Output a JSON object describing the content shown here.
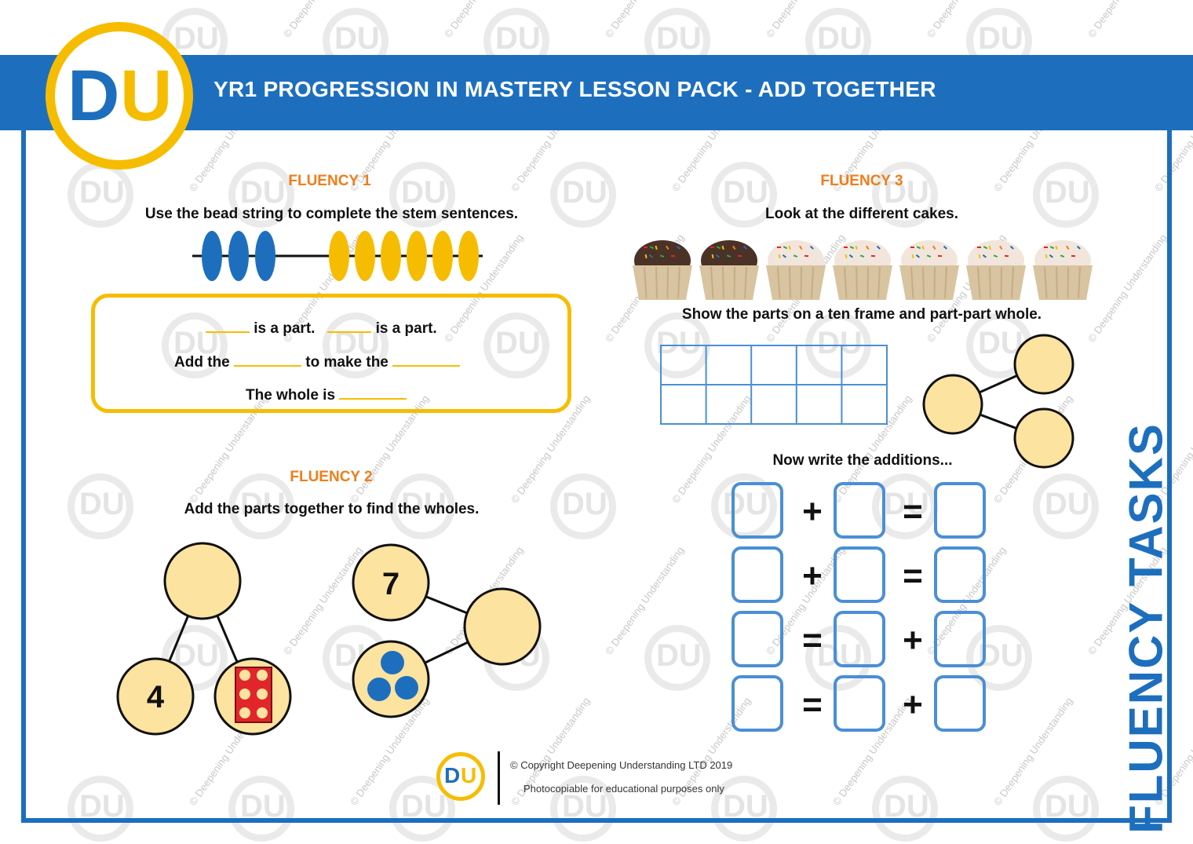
{
  "header": {
    "title": "YR1 PROGRESSION IN MASTERY LESSON PACK - ADD TOGETHER",
    "logo_d": "D",
    "logo_u": "U"
  },
  "side_label": "FLUENCY TASKS",
  "fluency1": {
    "title": "FLUENCY 1",
    "instruction": "Use the bead string to complete the stem sentences.",
    "sentences": {
      "line1_a": "is a part.",
      "line1_b": "is a part.",
      "line2_a": "Add the",
      "line2_b": "to make the",
      "line3": "The whole is"
    },
    "beads": {
      "blue": 3,
      "yellow": 6
    }
  },
  "fluency2": {
    "title": "FLUENCY 2",
    "instruction": "Add the parts together to find the wholes.",
    "diagram1_part": "4",
    "diagram2_part": "7"
  },
  "fluency3": {
    "title": "FLUENCY 3",
    "instruction": "Look at the different cakes.",
    "instruction2": "Show the parts on a ten frame and part-part whole.",
    "instruction3": "Now write the additions...",
    "cakes": {
      "chocolate": 2,
      "vanilla": 5
    },
    "operators": [
      [
        "+",
        "="
      ],
      [
        "+",
        "="
      ],
      [
        "=",
        "+"
      ],
      [
        "=",
        "+"
      ]
    ]
  },
  "footer": {
    "logo_d": "D",
    "logo_u": "U",
    "copyright": "© Copyright Deepening Understanding LTD 2019",
    "note": "Photocopiable for educational purposes only"
  },
  "watermark": {
    "mark": "DU",
    "text": "© Deepening Understanding"
  },
  "colors": {
    "brand_blue": "#1d6fbe",
    "brand_yellow": "#f6bd00",
    "section_orange": "#ef7d1a",
    "circle_fill": "#fde3a0"
  }
}
